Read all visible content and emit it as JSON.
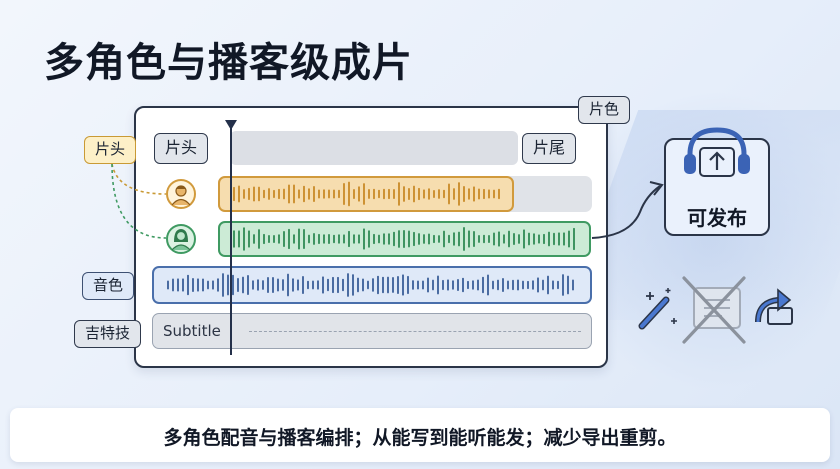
{
  "title": "多角色与播客级成片",
  "panel": {
    "corner_tag": "片色",
    "intro_tag": "片头",
    "outro_tag": "片尾",
    "subtitle_label": "Subtitle"
  },
  "side_labels": {
    "intro": "片头",
    "timbre": "音色",
    "guitar": "吉特技"
  },
  "publish": {
    "label": "可发布",
    "icon": "headphones-upload-icon"
  },
  "actions": {
    "icons": [
      "magic-wand-icon",
      "export-file-icon-crossed",
      "redo-arrow-icon"
    ]
  },
  "footer": {
    "text": "多角色配音与播客编排；从能写到能听能发；减少导出重剪。"
  },
  "colors": {
    "accent_blue": "#4a6fab",
    "speaker_orange": "#d19a3c",
    "speaker_green": "#3f9a62",
    "dark": "#2b3548",
    "cross_gray": "#8b929d"
  }
}
